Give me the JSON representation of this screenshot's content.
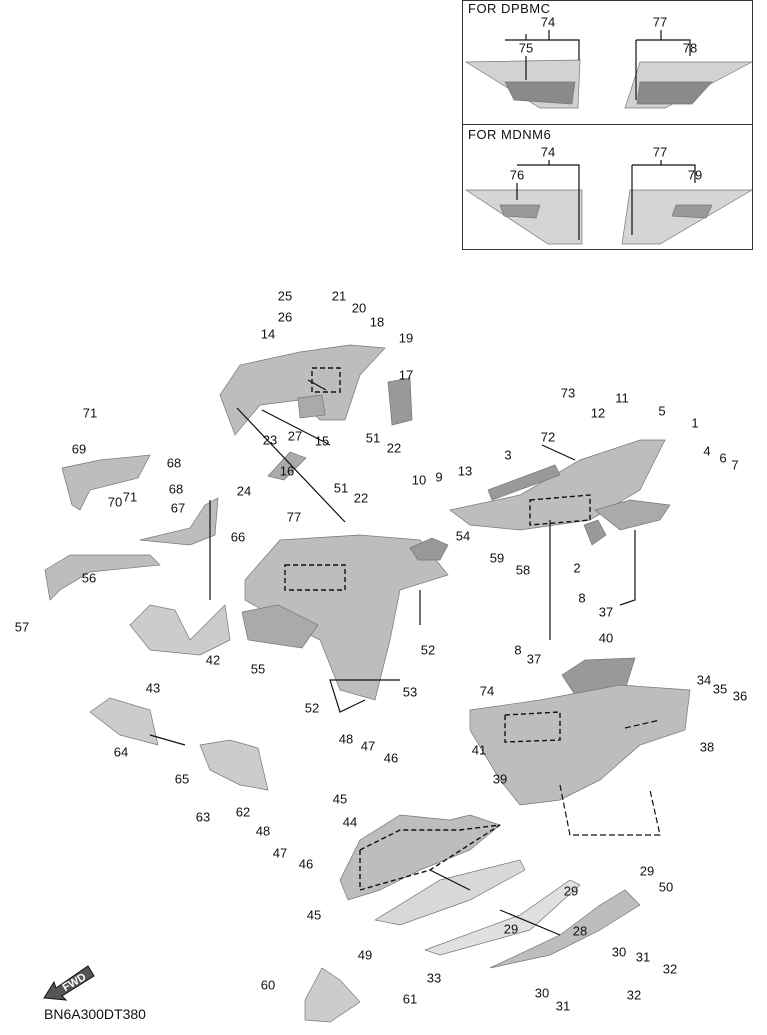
{
  "inset": {
    "variant_1_label": "FOR  DPBMC",
    "variant_2_label": "FOR  MDNM6"
  },
  "fwd_icon": {
    "text": "FWD"
  },
  "diagram_code": "BN6A300DT380",
  "callouts": [
    "74",
    "75",
    "77",
    "78",
    "74",
    "76",
    "77",
    "79",
    "25",
    "21",
    "20",
    "26",
    "18",
    "19",
    "14",
    "17",
    "73",
    "11",
    "12",
    "5",
    "1",
    "71",
    "23",
    "27",
    "15",
    "51",
    "22",
    "72",
    "69",
    "4",
    "6",
    "7",
    "16",
    "3",
    "68",
    "24",
    "10",
    "9",
    "13",
    "68",
    "51",
    "22",
    "71",
    "70",
    "67",
    "66",
    "77",
    "54",
    "2",
    "59",
    "58",
    "56",
    "8",
    "37",
    "57",
    "52",
    "55",
    "8",
    "37",
    "40",
    "42",
    "43",
    "74",
    "34",
    "35",
    "36",
    "53",
    "52",
    "64",
    "41",
    "38",
    "48",
    "47",
    "46",
    "39",
    "65",
    "62",
    "63",
    "45",
    "44",
    "48",
    "47",
    "46",
    "29",
    "50",
    "29",
    "45",
    "28",
    "29",
    "30",
    "31",
    "32",
    "49",
    "33",
    "60",
    "61",
    "30",
    "31",
    "32"
  ],
  "colors": {
    "part_fill": "#b8b8b8",
    "part_dark": "#8a8a8a",
    "line": "#111111"
  }
}
